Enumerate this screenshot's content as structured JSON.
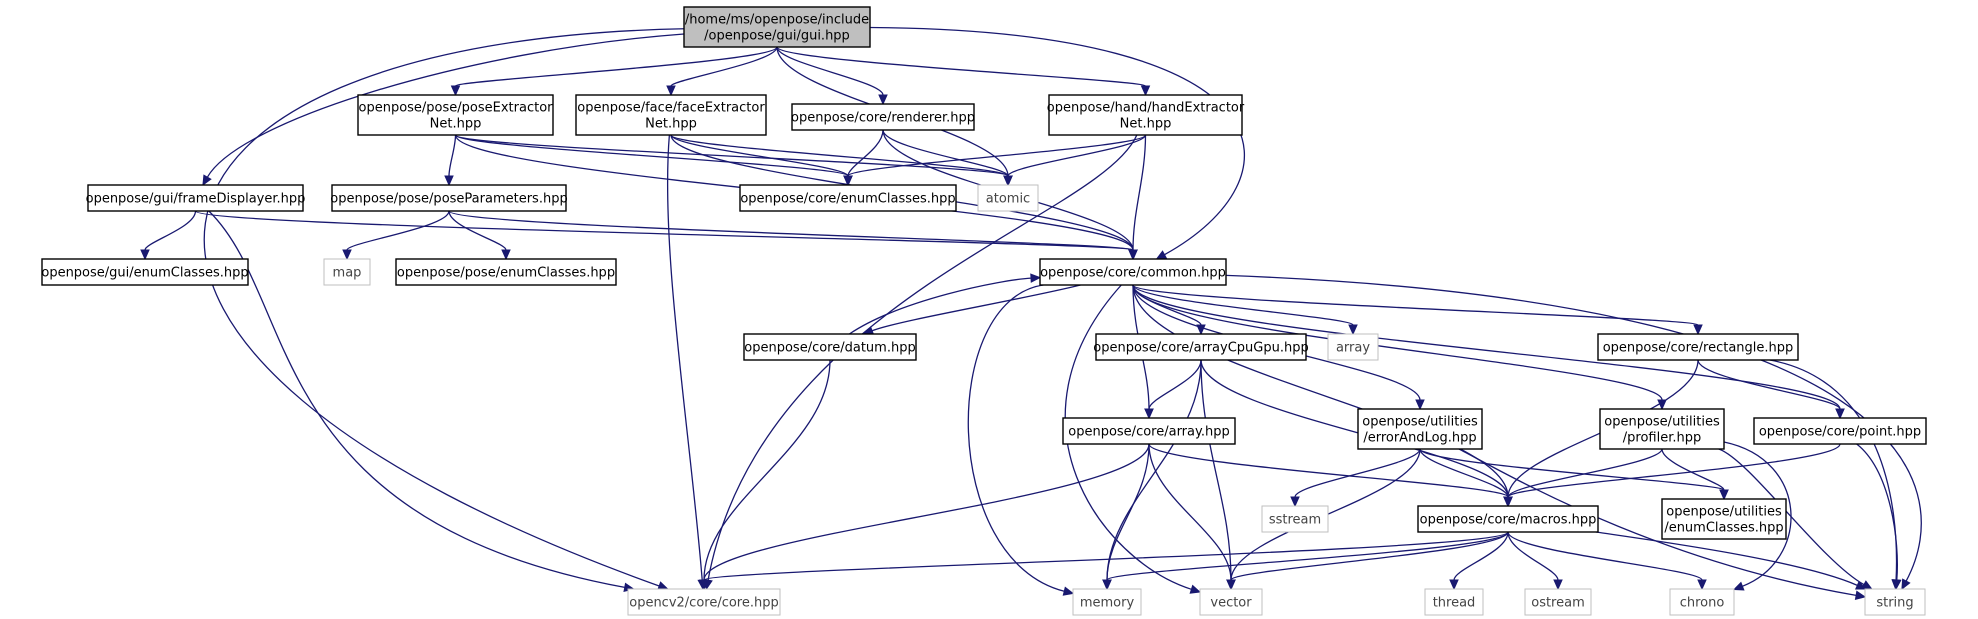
{
  "graph": {
    "nodes": [
      {
        "id": "gui_hpp",
        "lines": [
          "/home/ms/openpose/include",
          "/openpose/gui/gui.hpp"
        ],
        "kind": "root"
      },
      {
        "id": "poseExtractorNet",
        "lines": [
          "openpose/pose/poseExtractor",
          "Net.hpp"
        ],
        "kind": "internal"
      },
      {
        "id": "faceExtractorNet",
        "lines": [
          "openpose/face/faceExtractor",
          "Net.hpp"
        ],
        "kind": "internal"
      },
      {
        "id": "renderer",
        "lines": [
          "openpose/core/renderer.hpp"
        ],
        "kind": "internal"
      },
      {
        "id": "handExtractorNet",
        "lines": [
          "openpose/hand/handExtractor",
          "Net.hpp"
        ],
        "kind": "internal"
      },
      {
        "id": "frameDisplayer",
        "lines": [
          "openpose/gui/frameDisplayer.hpp"
        ],
        "kind": "internal"
      },
      {
        "id": "poseParameters",
        "lines": [
          "openpose/pose/poseParameters.hpp"
        ],
        "kind": "internal"
      },
      {
        "id": "coreEnumClasses",
        "lines": [
          "openpose/core/enumClasses.hpp"
        ],
        "kind": "internal"
      },
      {
        "id": "atomic",
        "lines": [
          "atomic"
        ],
        "kind": "external"
      },
      {
        "id": "guiEnumClasses",
        "lines": [
          "openpose/gui/enumClasses.hpp"
        ],
        "kind": "internal"
      },
      {
        "id": "map",
        "lines": [
          "map"
        ],
        "kind": "external"
      },
      {
        "id": "poseEnumClasses",
        "lines": [
          "openpose/pose/enumClasses.hpp"
        ],
        "kind": "internal"
      },
      {
        "id": "common",
        "lines": [
          "openpose/core/common.hpp"
        ],
        "kind": "internal"
      },
      {
        "id": "datum",
        "lines": [
          "openpose/core/datum.hpp"
        ],
        "kind": "internal"
      },
      {
        "id": "arrayCpuGpu",
        "lines": [
          "openpose/core/arrayCpuGpu.hpp"
        ],
        "kind": "internal"
      },
      {
        "id": "array_std",
        "lines": [
          "array"
        ],
        "kind": "external"
      },
      {
        "id": "rectangle",
        "lines": [
          "openpose/core/rectangle.hpp"
        ],
        "kind": "internal"
      },
      {
        "id": "coreArray",
        "lines": [
          "openpose/core/array.hpp"
        ],
        "kind": "internal"
      },
      {
        "id": "errorAndLog",
        "lines": [
          "openpose/utilities",
          "/errorAndLog.hpp"
        ],
        "kind": "internal"
      },
      {
        "id": "profiler",
        "lines": [
          "openpose/utilities",
          "/profiler.hpp"
        ],
        "kind": "internal"
      },
      {
        "id": "point",
        "lines": [
          "openpose/core/point.hpp"
        ],
        "kind": "internal"
      },
      {
        "id": "sstream",
        "lines": [
          "sstream"
        ],
        "kind": "external"
      },
      {
        "id": "macros",
        "lines": [
          "openpose/core/macros.hpp"
        ],
        "kind": "internal"
      },
      {
        "id": "utilEnumClasses",
        "lines": [
          "openpose/utilities",
          "/enumClasses.hpp"
        ],
        "kind": "internal"
      },
      {
        "id": "opencvCore",
        "lines": [
          "opencv2/core/core.hpp"
        ],
        "kind": "external"
      },
      {
        "id": "memory",
        "lines": [
          "memory"
        ],
        "kind": "external"
      },
      {
        "id": "vector",
        "lines": [
          "vector"
        ],
        "kind": "external"
      },
      {
        "id": "thread",
        "lines": [
          "thread"
        ],
        "kind": "external"
      },
      {
        "id": "ostream",
        "lines": [
          "ostream"
        ],
        "kind": "external"
      },
      {
        "id": "chrono",
        "lines": [
          "chrono"
        ],
        "kind": "external"
      },
      {
        "id": "string",
        "lines": [
          "string"
        ],
        "kind": "external"
      }
    ],
    "edges": [
      [
        "gui_hpp",
        "poseExtractorNet"
      ],
      [
        "gui_hpp",
        "faceExtractorNet"
      ],
      [
        "gui_hpp",
        "renderer"
      ],
      [
        "gui_hpp",
        "handExtractorNet"
      ],
      [
        "gui_hpp",
        "frameDisplayer"
      ],
      [
        "gui_hpp",
        "atomic"
      ],
      [
        "gui_hpp",
        "common"
      ],
      [
        "gui_hpp",
        "opencvCore"
      ],
      [
        "poseExtractorNet",
        "poseParameters"
      ],
      [
        "poseExtractorNet",
        "coreEnumClasses"
      ],
      [
        "poseExtractorNet",
        "atomic"
      ],
      [
        "poseExtractorNet",
        "common"
      ],
      [
        "faceExtractorNet",
        "coreEnumClasses"
      ],
      [
        "faceExtractorNet",
        "atomic"
      ],
      [
        "faceExtractorNet",
        "common"
      ],
      [
        "faceExtractorNet",
        "opencvCore"
      ],
      [
        "renderer",
        "coreEnumClasses"
      ],
      [
        "renderer",
        "atomic"
      ],
      [
        "renderer",
        "common"
      ],
      [
        "handExtractorNet",
        "coreEnumClasses"
      ],
      [
        "handExtractorNet",
        "atomic"
      ],
      [
        "handExtractorNet",
        "common"
      ],
      [
        "handExtractorNet",
        "opencvCore"
      ],
      [
        "frameDisplayer",
        "guiEnumClasses"
      ],
      [
        "frameDisplayer",
        "common"
      ],
      [
        "frameDisplayer",
        "opencvCore"
      ],
      [
        "poseParameters",
        "map"
      ],
      [
        "poseParameters",
        "poseEnumClasses"
      ],
      [
        "poseParameters",
        "common"
      ],
      [
        "common",
        "datum"
      ],
      [
        "common",
        "arrayCpuGpu"
      ],
      [
        "common",
        "array_std"
      ],
      [
        "common",
        "rectangle"
      ],
      [
        "common",
        "coreArray"
      ],
      [
        "common",
        "errorAndLog"
      ],
      [
        "common",
        "profiler"
      ],
      [
        "common",
        "point"
      ],
      [
        "common",
        "macros"
      ],
      [
        "common",
        "memory"
      ],
      [
        "common",
        "vector"
      ],
      [
        "common",
        "string"
      ],
      [
        "datum",
        "common"
      ],
      [
        "datum",
        "opencvCore"
      ],
      [
        "arrayCpuGpu",
        "coreArray"
      ],
      [
        "arrayCpuGpu",
        "macros"
      ],
      [
        "arrayCpuGpu",
        "memory"
      ],
      [
        "arrayCpuGpu",
        "vector"
      ],
      [
        "rectangle",
        "point"
      ],
      [
        "rectangle",
        "macros"
      ],
      [
        "rectangle",
        "string"
      ],
      [
        "coreArray",
        "macros"
      ],
      [
        "coreArray",
        "opencvCore"
      ],
      [
        "coreArray",
        "memory"
      ],
      [
        "coreArray",
        "vector"
      ],
      [
        "errorAndLog",
        "sstream"
      ],
      [
        "errorAndLog",
        "macros"
      ],
      [
        "errorAndLog",
        "utilEnumClasses"
      ],
      [
        "errorAndLog",
        "vector"
      ],
      [
        "errorAndLog",
        "string"
      ],
      [
        "profiler",
        "macros"
      ],
      [
        "profiler",
        "utilEnumClasses"
      ],
      [
        "profiler",
        "chrono"
      ],
      [
        "profiler",
        "string"
      ],
      [
        "point",
        "macros"
      ],
      [
        "point",
        "string"
      ],
      [
        "macros",
        "opencvCore"
      ],
      [
        "macros",
        "memory"
      ],
      [
        "macros",
        "vector"
      ],
      [
        "macros",
        "thread"
      ],
      [
        "macros",
        "ostream"
      ],
      [
        "macros",
        "chrono"
      ],
      [
        "macros",
        "string"
      ]
    ]
  }
}
